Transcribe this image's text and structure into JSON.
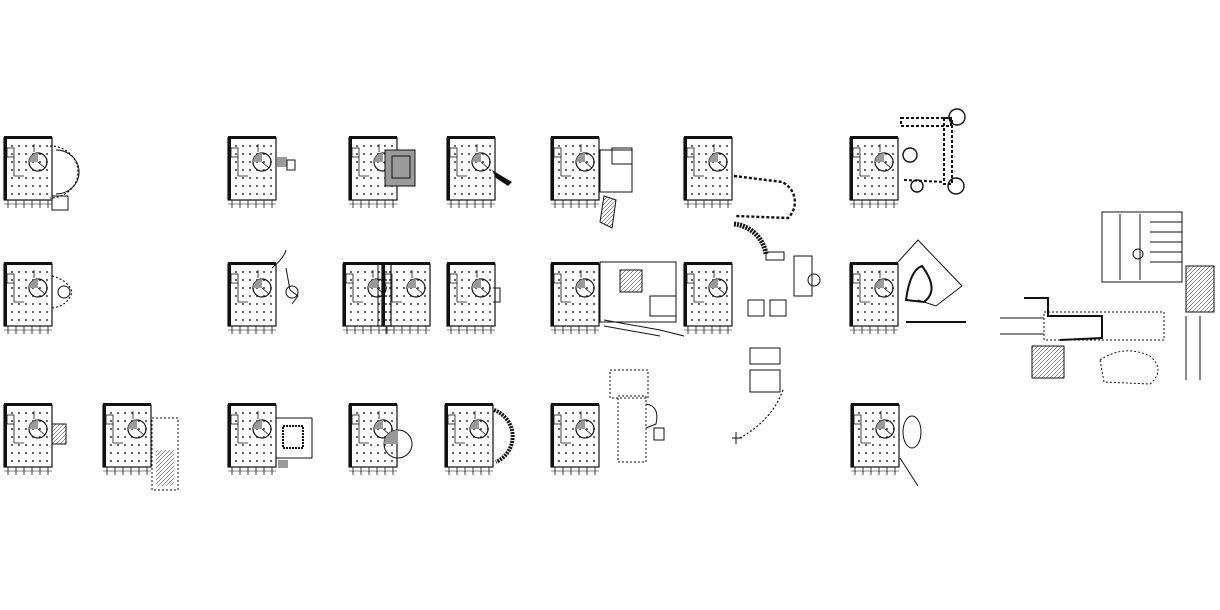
{
  "drawing": {
    "ink": "#111111",
    "fill_gray": "#9a9a9a",
    "background": "#ffffff",
    "rows": [
      {
        "row": 1,
        "count": 7
      },
      {
        "row": 2,
        "count": 7
      },
      {
        "row": 3,
        "count": 7
      }
    ],
    "extensions": [
      "semicircle-dotted",
      "small-gray-block",
      "square-annex-gray",
      "curved-corridor",
      "rectangular-annex-stairs",
      "chain-loop-corridor",
      "castle-towers",
      "lobed-annex",
      "curly-stair",
      "twin-mirrored",
      "side-notch",
      "terraced-complex",
      "chain-towers-cluster",
      "organic-flow",
      "small-grid-annex",
      "tall-column-annex",
      "courtyard-annex",
      "round-pavilion",
      "arc-pavilion",
      "cross-complex",
      "oval-pavilion",
      "site-plan-complex"
    ]
  }
}
